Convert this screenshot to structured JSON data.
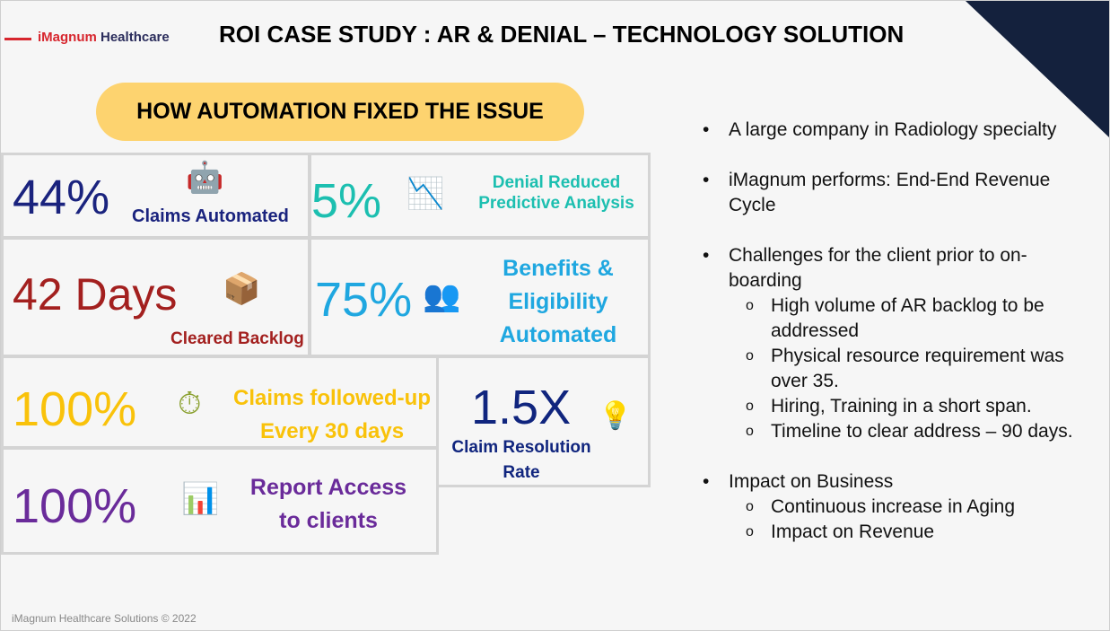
{
  "header": {
    "logo_red": "iMagnum",
    "logo_blue": " Healthcare",
    "title": "ROI CASE STUDY : AR & DENIAL – TECHNOLOGY SOLUTION"
  },
  "banner": "HOW AUTOMATION FIXED THE ISSUE",
  "stats": [
    {
      "value": "44%",
      "label": "Claims Automated",
      "color": "#1a237e"
    },
    {
      "value": "5%",
      "label": "Denial Reduced Predictive Analysis",
      "color": "#1cbfb0"
    },
    {
      "value": "42 Days",
      "label": "Cleared Backlog",
      "color": "#a3201f"
    },
    {
      "value": "75%",
      "label": "Benefits & Eligibility Automated",
      "color": "#1fa7e0"
    },
    {
      "value": "100%",
      "label": "Claims followed-up Every 30 days",
      "color": "#f9c20a"
    },
    {
      "value": "1.5X",
      "label": "Claim Resolution Rate",
      "color": "#10257e"
    },
    {
      "value": "100%",
      "label": "Report Access to clients",
      "color": "#6a2b9a"
    }
  ],
  "bullets": {
    "b1": "A large company in Radiology specialty",
    "b2": "iMagnum performs: End-End Revenue Cycle",
    "b3": "Challenges for the client prior to on-boarding",
    "b3s": [
      "High volume of AR backlog to be addressed",
      "Physical resource requirement was over 35.",
      "Hiring, Training in a short span.",
      "Timeline to clear address – 90 days."
    ],
    "b4": "Impact on Business",
    "b4s": [
      "Continuous increase in Aging",
      "Impact on Revenue"
    ]
  },
  "footer": "iMagnum Healthcare Solutions © 2022"
}
